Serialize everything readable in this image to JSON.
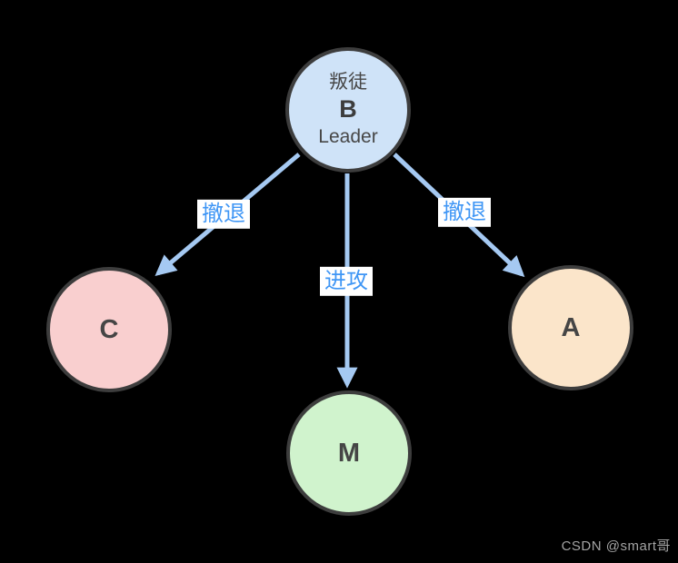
{
  "diagram": {
    "title_hint": "byzantine-generals-traitor-leader",
    "nodes": {
      "b": {
        "role": "叛徒",
        "id": "B",
        "subtitle": "Leader",
        "fill": "#cfe3f8"
      },
      "c": {
        "label": "C",
        "fill": "#f9cfcf"
      },
      "m": {
        "label": "M",
        "fill": "#d0f3cd"
      },
      "a": {
        "label": "A",
        "fill": "#fbe5ca"
      }
    },
    "edges": [
      {
        "from": "B",
        "to": "C",
        "label": "撤退"
      },
      {
        "from": "B",
        "to": "M",
        "label": "进攻"
      },
      {
        "from": "B",
        "to": "A",
        "label": "撤退"
      }
    ],
    "colors": {
      "background": "#000000",
      "arrow": "#a5c9f2",
      "edge_label_text": "#3f96f5",
      "edge_label_background": "#ffffff",
      "node_border": "#3d3d3d",
      "node_text": "#3f3f3f"
    }
  },
  "watermark": {
    "text": "CSDN @smart哥",
    "color": "#a3a3a3"
  }
}
